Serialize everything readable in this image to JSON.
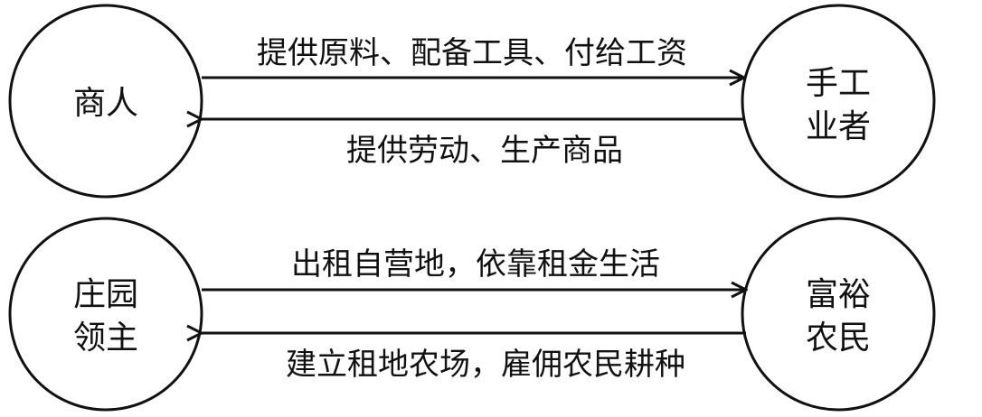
{
  "colors": {
    "stroke": "#111111",
    "background": "#ffffff"
  },
  "nodes": {
    "merchant": {
      "line1": "商人"
    },
    "artisan": {
      "line1": "手工",
      "line2": "业者"
    },
    "manor_lord": {
      "line1": "庄园",
      "line2": "领主"
    },
    "rich_farmer": {
      "line1": "富裕",
      "line2": "农民"
    }
  },
  "edges": {
    "merchant_to_artisan": "提供原料、配备工具、付给工资",
    "artisan_to_merchant": "提供劳动、生产商品",
    "lord_to_farmer": "出租自营地，依靠租金生活",
    "farmer_to_lord": "建立租地农场，雇佣农民耕种"
  }
}
